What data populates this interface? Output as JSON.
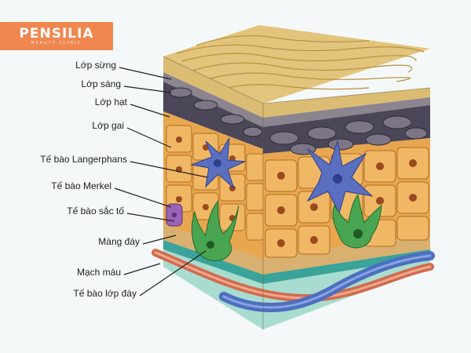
{
  "logo": {
    "name": "PENSILIA",
    "sub": "BEAUTY CLINIC"
  },
  "labels": [
    "Lớp sừng",
    "Lớp sáng",
    "Lớp hạt",
    "Lớp gai",
    "Tế bào Langerphans",
    "Tế bào Merkel",
    "Tế bào sắc tố",
    "Màng đáy",
    "Mạch máu",
    "Tế bào lớp đáy"
  ],
  "colors": {
    "brand": "#f0874f",
    "corneum": "#d9b770",
    "lucidum": "#5e5a6a",
    "granulosum": "#4b4658",
    "spinosum": "#e8a64f",
    "langerhans": "#5b6fc0",
    "melanocyte": "#3f9a48",
    "merkel": "#9b63b8",
    "basement": "#3aa39a",
    "artery": "#d06b4f",
    "vein": "#4d6fbf"
  }
}
